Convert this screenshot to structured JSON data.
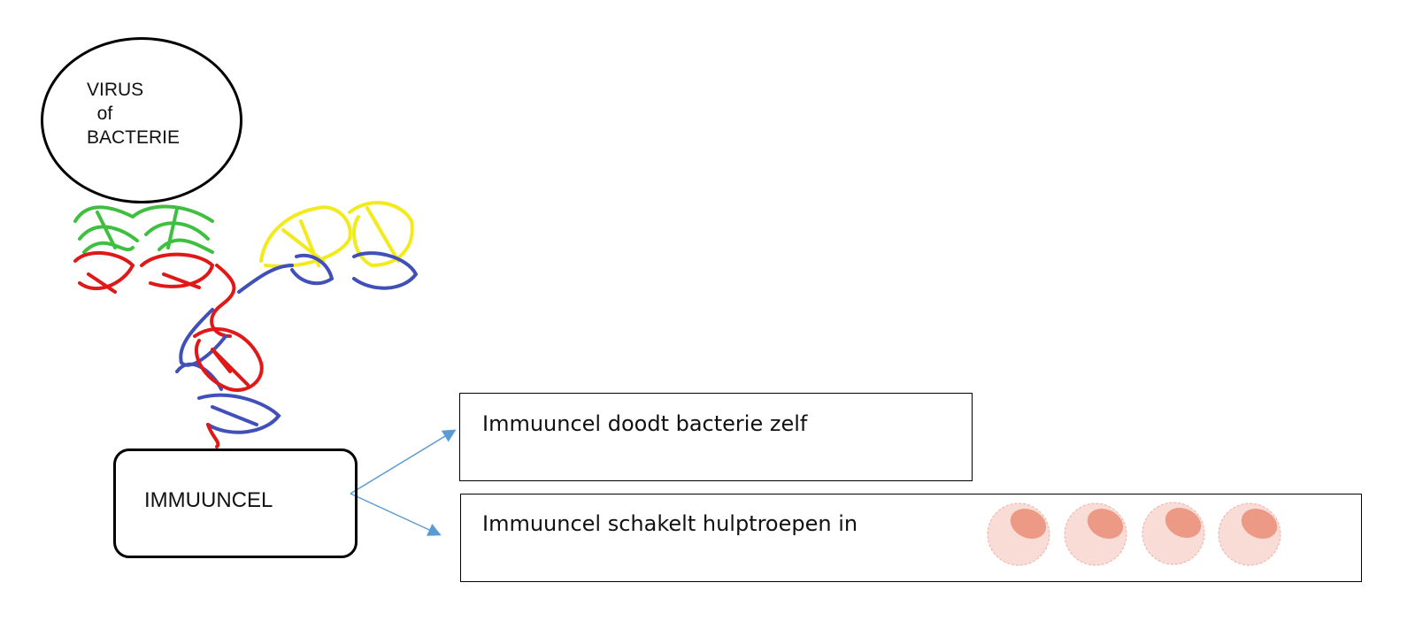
{
  "virus_label": "VIRUS\n  of\nBACTERIE",
  "immune_cell_label": "IMMUUNCEL",
  "outcomes": [
    {
      "label": "Immuuncel doodt bacterie zelf"
    },
    {
      "label": "Immuuncel schakelt hulptroepen in"
    }
  ],
  "colors": {
    "arrow": "#5b9bd5",
    "green": "#3fbf3f",
    "red": "#e01818",
    "yellow": "#f2ea1a",
    "blue": "#4050b8",
    "cell_outer": "#fadcd6",
    "cell_nucleus": "#ec9a86"
  },
  "helper_cell_count": 4
}
